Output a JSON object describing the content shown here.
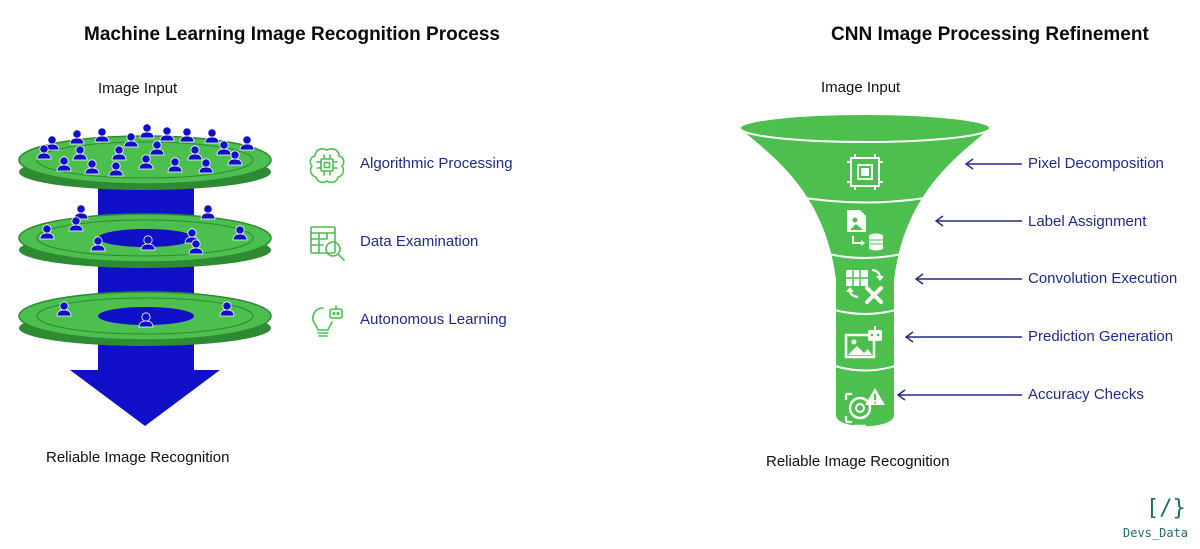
{
  "left": {
    "title": "Machine Learning Image Recognition Process",
    "input_label": "Image Input",
    "output_label": "Reliable Image Recognition",
    "steps": [
      {
        "label": "Algorithmic Processing",
        "icon": "chip-brain-icon"
      },
      {
        "label": "Data Examination",
        "icon": "table-magnifier-icon"
      },
      {
        "label": "Autonomous Learning",
        "icon": "lightbulb-robot-icon"
      }
    ]
  },
  "right": {
    "title": "CNN Image Processing Refinement",
    "input_label": "Image Input",
    "output_label": "Reliable Image Recognition",
    "steps": [
      {
        "label": "Pixel Decomposition",
        "icon": "pixel-grid-icon"
      },
      {
        "label": "Label Assignment",
        "icon": "image-database-icon"
      },
      {
        "label": "Convolution Execution",
        "icon": "grid-multiply-icon"
      },
      {
        "label": "Prediction Generation",
        "icon": "image-robot-icon"
      },
      {
        "label": "Accuracy Checks",
        "icon": "target-warning-icon"
      }
    ]
  },
  "logo": {
    "glyph": "[/}",
    "text": "Devs_Data"
  },
  "colors": {
    "green": "#4cbf4f",
    "green_dark": "#2e8b34",
    "blue": "#1010c8",
    "label_blue": "#1f2a8a",
    "logo_teal": "#1f6e6e"
  }
}
